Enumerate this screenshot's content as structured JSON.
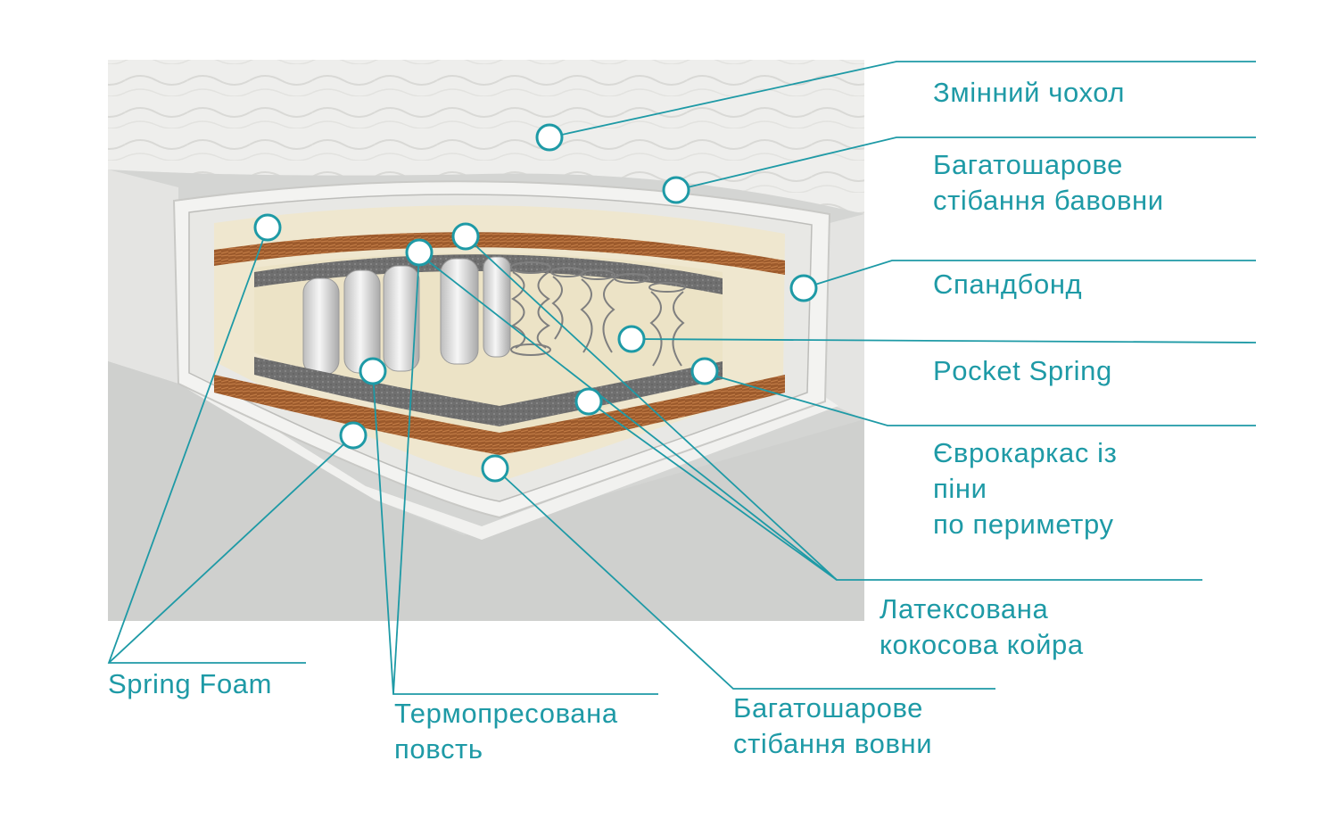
{
  "accent_color": "#1e9aa6",
  "labels": {
    "removable_cover": [
      "Змінний чохол"
    ],
    "cotton_quilting": [
      "Багатошарове",
      "стібання бавовни"
    ],
    "spunbond": [
      "Спандбонд"
    ],
    "pocket_spring": [
      "Pocket Spring"
    ],
    "foam_frame": [
      "Єврокаркас із",
      "піни",
      "по периметру"
    ],
    "coconut_coir": [
      "Латексована",
      "кокосова койра"
    ],
    "spring_foam": [
      "Spring Foam"
    ],
    "thermo_felt": [
      "Термопресована",
      "повсть"
    ],
    "wool_quilting": [
      "Багатошарове",
      "стібання вовни"
    ]
  }
}
